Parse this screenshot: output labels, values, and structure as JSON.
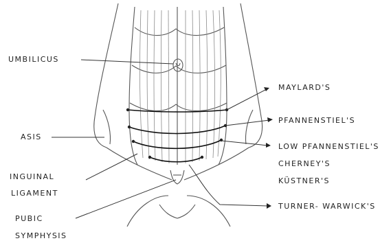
{
  "labels": {
    "umbilicus": "UMBILICUS",
    "asis": "ASIS",
    "inguinal_1": "INGUINAL",
    "inguinal_2": "LIGAMENT",
    "pubic_1": "PUBIC",
    "pubic_2": "SYMPHYSIS",
    "maylards": "MAYLARD'S",
    "pfannenstiel": "PFANNENSTIEL'S",
    "low_pfannenstiel": "LOW PFANNENSTIEL'S",
    "cherney": "CHERNEY'S",
    "kustner": "KÜSTNER'S",
    "turner_warwick": "TURNER- WARWICK'S"
  },
  "colors": {
    "ink": "#222222",
    "muscle_lines": "#8a8a8a"
  }
}
